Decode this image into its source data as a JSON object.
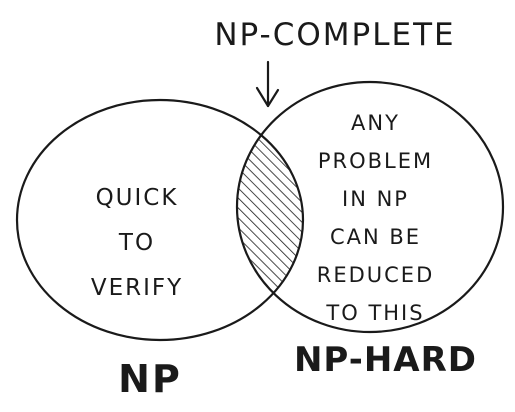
{
  "diagram": {
    "sets": [
      {
        "id": "np",
        "label": "NP",
        "description_lines": [
          "QUICK",
          "TO",
          "VERIFY"
        ]
      },
      {
        "id": "np-hard",
        "label": "NP-HARD",
        "description_lines": [
          "ANY",
          "PROBLEM",
          "IN NP",
          "CAN BE",
          "REDUCED",
          "TO THIS"
        ]
      }
    ],
    "intersection": {
      "label": "NP-COMPLETE",
      "fill_style": "hatched"
    },
    "colors": {
      "ink": "#1a1a1a",
      "background": "#ffffff"
    },
    "icons": {
      "pointer": "down-arrow-icon"
    }
  }
}
